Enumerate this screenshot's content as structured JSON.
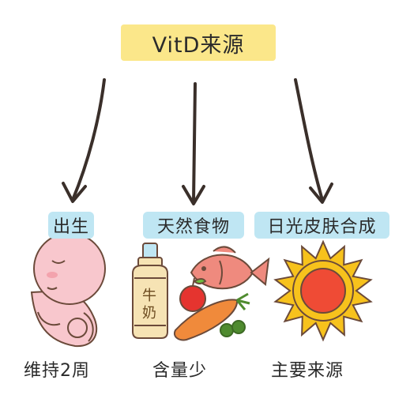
{
  "title": "VitD来源",
  "sources": [
    {
      "label": "出生",
      "caption": "维持2周"
    },
    {
      "label": "天然食物",
      "caption": "含量少"
    },
    {
      "label": "日光皮肤合成",
      "caption": "主要来源"
    }
  ],
  "jar_label": [
    "牛",
    "奶"
  ],
  "icons": [
    "baby-icon",
    "milk-jar-icon",
    "fish-icon",
    "apple-icon",
    "carrot-icon",
    "peas-icon",
    "sun-icon",
    "arrow-icon"
  ],
  "colors": {
    "title_bg": "#fbe78a",
    "label_bg": "#bfe6f3",
    "sun_outer": "#f7c21c",
    "sun_inner": "#ef4b35",
    "baby_skin": "#f8c7cd",
    "fish": "#ef8a7e",
    "carrot": "#f08a3b",
    "apple": "#e5342f",
    "peas": "#4f8b2f",
    "jar": "#f6e3b4"
  }
}
